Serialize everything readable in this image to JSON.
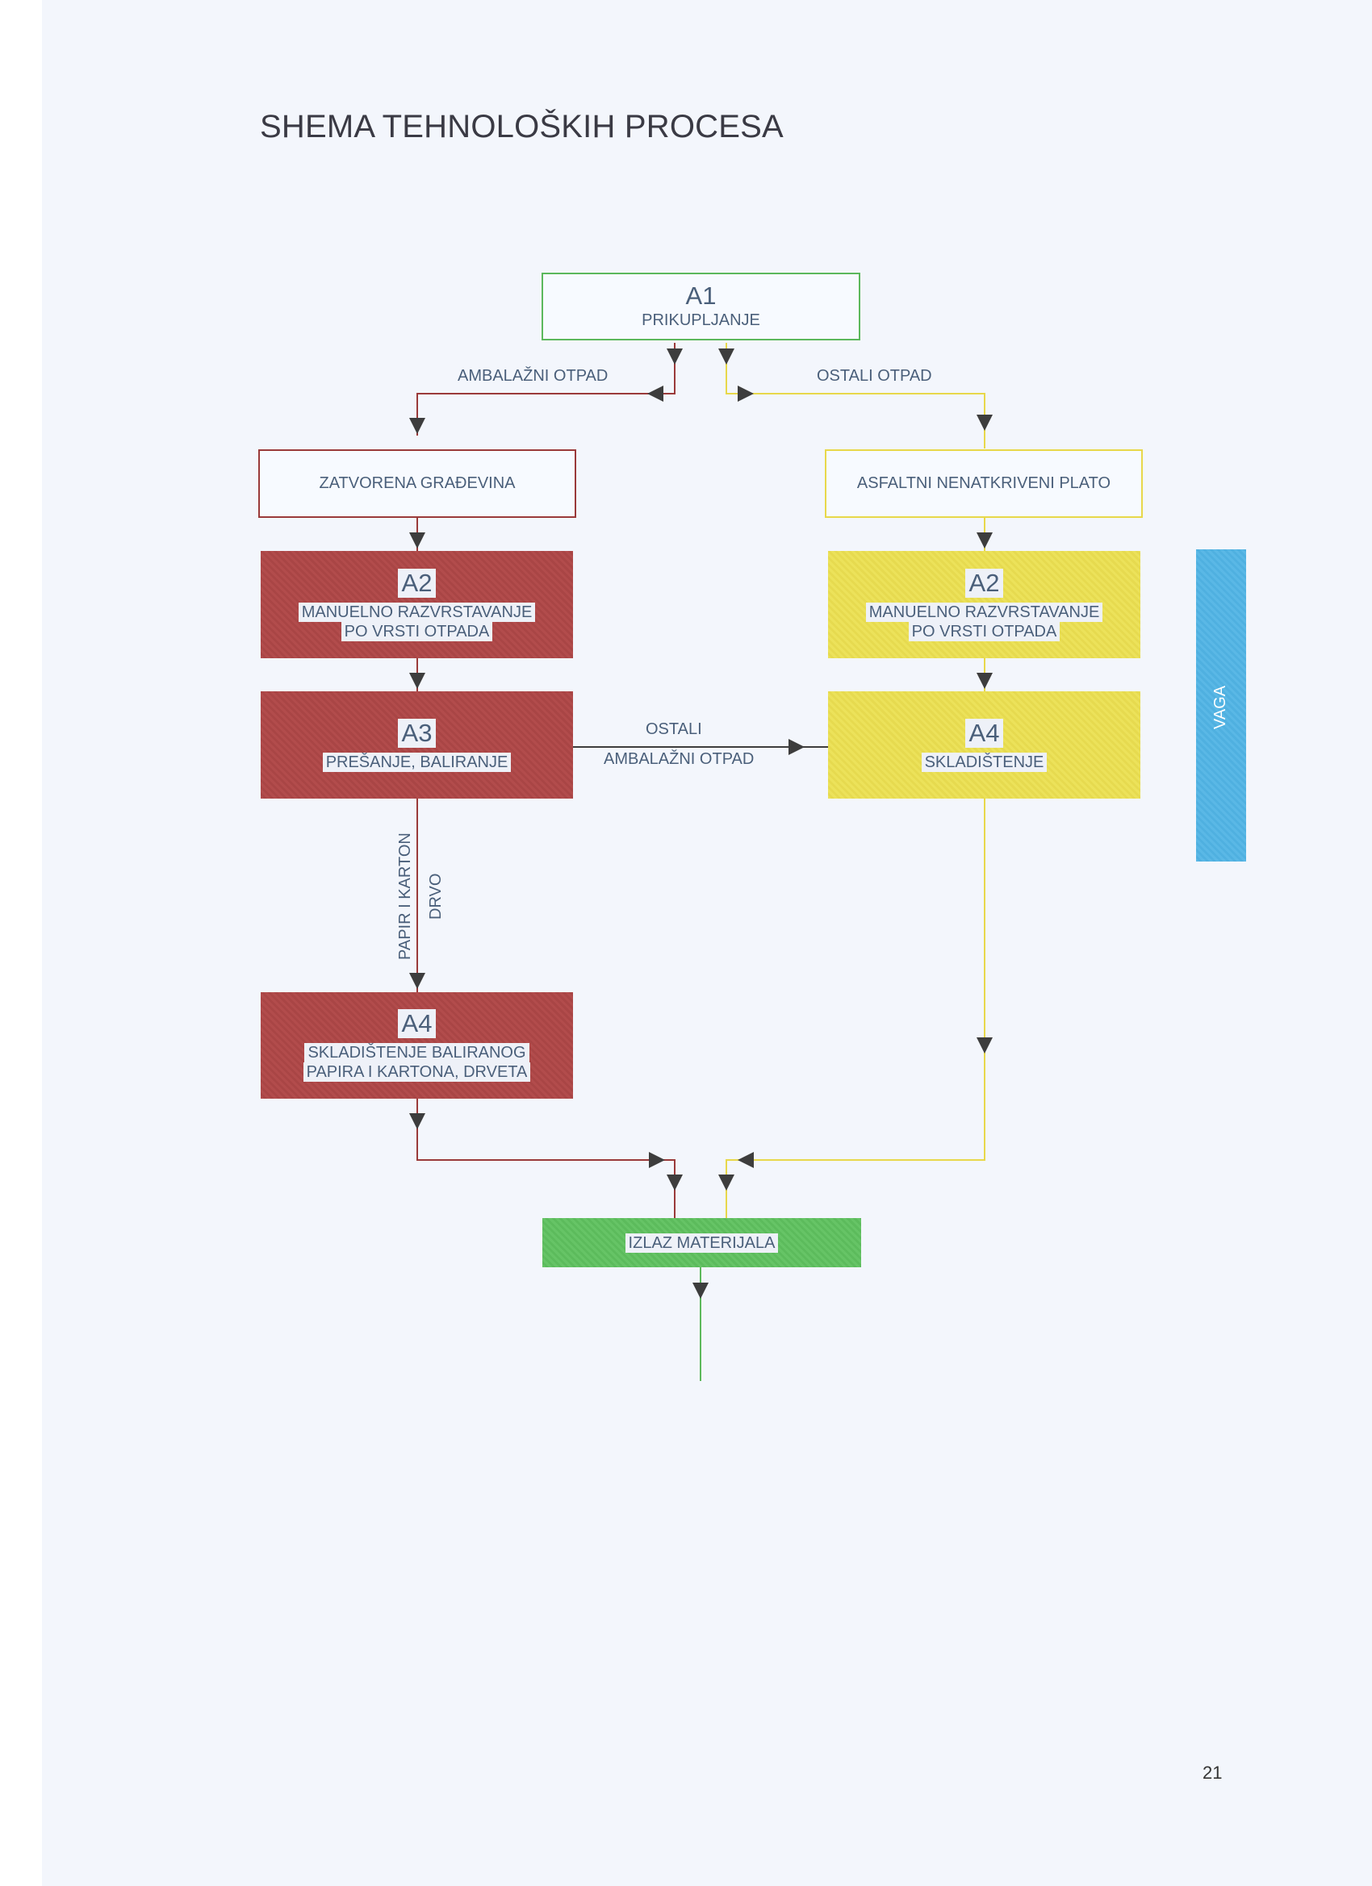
{
  "page": {
    "title": "SHEMA TEHNOLOŠKIH PROCESA",
    "page_number": "21"
  },
  "colors": {
    "red_branch": "#9a3a3a",
    "yellow_branch": "#e8d84a",
    "green_output": "#5cb85c",
    "scale_blue": "#4fb0e0",
    "arrow": "#3d3d3d",
    "text": "#4a5f7a"
  },
  "nodes": {
    "a1": {
      "code": "A1",
      "label": "PRIKUPLJANJE"
    },
    "closed_building": {
      "label": "ZATVORENA GRAĐEVINA"
    },
    "asphalt_plateau": {
      "label": "ASFALTNI NENATKRIVENI PLATO"
    },
    "a2_red": {
      "code": "A2",
      "line1": "MANUELNO RAZVRSTAVANJE",
      "line2": "PO VRSTI OTPADA"
    },
    "a2_yellow": {
      "code": "A2",
      "line1": "MANUELNO RAZVRSTAVANJE",
      "line2": "PO VRSTI OTPADA"
    },
    "a3": {
      "code": "A3",
      "label": "PREŠANJE, BALIRANJE"
    },
    "a4_yellow": {
      "code": "A4",
      "label": "SKLADIŠTENJE"
    },
    "a4_red": {
      "code": "A4",
      "line1": "SKLADIŠTENJE BALIRANOG",
      "line2": "PAPIRA I KARTONA, DRVETA"
    },
    "output": {
      "label": "IZLAZ MATERIJALA"
    },
    "scale": {
      "label": "VAGA"
    }
  },
  "edges": {
    "packaging_waste": "AMBALAŽNI OTPAD",
    "other_waste": "OSTALI OTPAD",
    "other_packaging_line1": "OSTALI",
    "other_packaging_line2": "AMBALAŽNI OTPAD",
    "paper_cardboard": "PAPIR I KARTON",
    "wood": "DRVO"
  }
}
